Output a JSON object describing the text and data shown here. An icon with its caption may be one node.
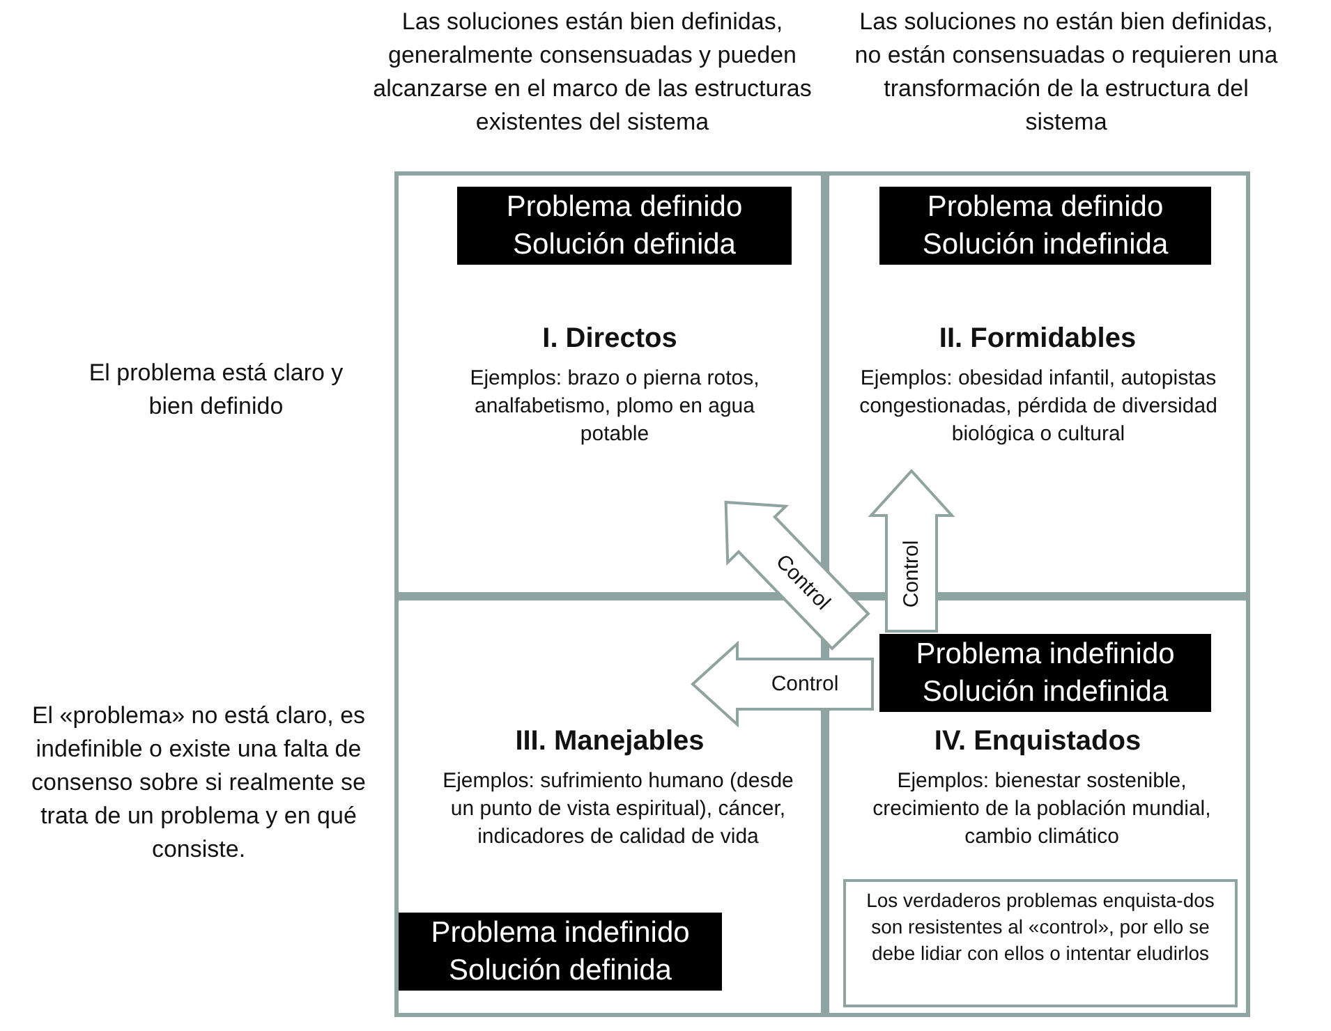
{
  "diagram": {
    "nodes": [
      {
        "text": [
          "Problema definido Solución definida",
          "I. Directos",
          "Ejemplos: brazo o pierna rotos, analfabetismo, plomo en agua potable"
        ]
      },
      {
        "text": [
          "Problema definido Solución indefinida",
          "II. Formidables",
          "Ejemplos: obesidad infantil, autopistas congestionadas, pérdida de diversidad biológica o cultural"
        ]
      },
      {
        "text": [
          "III. Manejables",
          "Ejemplos: sufrimiento humano (desde un punto de vista espiritual), cáncer, indicadores de calidad de vida",
          "Problema indefinido Solución definida"
        ]
      },
      {
        "text": [
          "Problema indefinido Solución indefinida",
          "IV. Enquistados",
          "Ejemplos: bienestar sostenible, crecimiento de la población mundial, cambio climático"
        ]
      },
      {
        "text": [
          "Los verdaderos problemas enquista-dos son resistentes al «control», por ello se debe lidiar con ellos o intentar eludirlos"
        ],
        "in": 3
      }
    ],
    "edges": [
      {
        "from": 3,
        "to": 0,
        "arrow": "to",
        "label": "Control"
      },
      {
        "from": 3,
        "to": 1,
        "arrow": "to",
        "label": "Control"
      },
      {
        "from": 3,
        "to": 2,
        "arrow": "to",
        "label": "Control"
      }
    ],
    "labels": [
      "Las soluciones están bien definidas, generalmente consensuadas y pueden alcanzarse en el marco de las estructuras existentes del sistema",
      "Las soluciones no están bien definidas, no están consensuadas o requieren una transformación de la estructura del sistema",
      "El problema está claro y bien definido",
      "El «problema» no está claro, es indefinible o existe una falta de consenso sobre si realmente se trata de un problema y en qué consiste."
    ]
  }
}
